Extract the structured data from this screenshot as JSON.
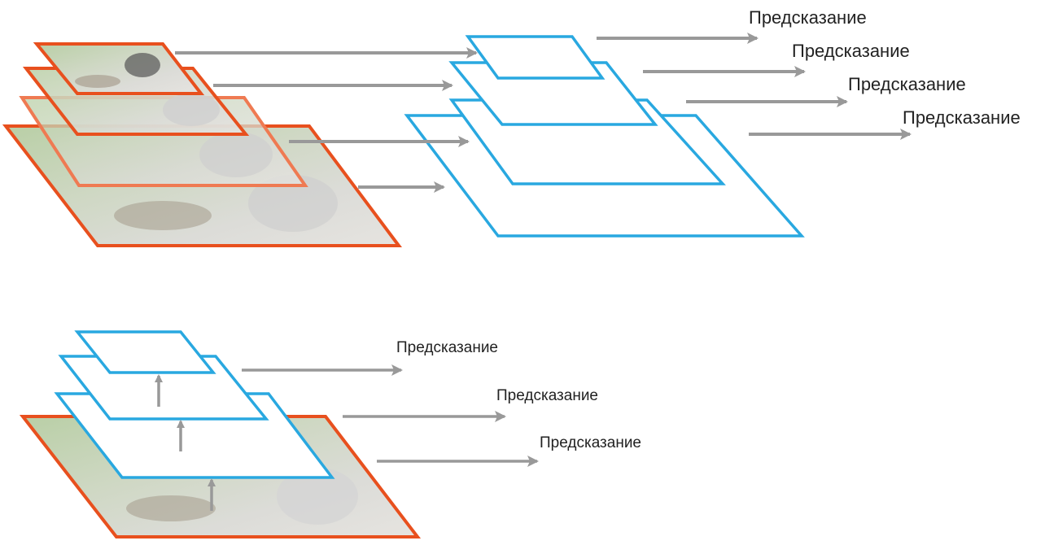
{
  "colors": {
    "image_border": "#e8501e",
    "feature_map": "#29a8e0",
    "arrow": "#999999"
  },
  "top_diagram": {
    "labels": [
      "Предсказание",
      "Предсказание",
      "Предсказание",
      "Предсказание"
    ]
  },
  "bottom_diagram": {
    "labels": [
      "Предсказание",
      "Предсказание",
      "Предсказание"
    ]
  }
}
